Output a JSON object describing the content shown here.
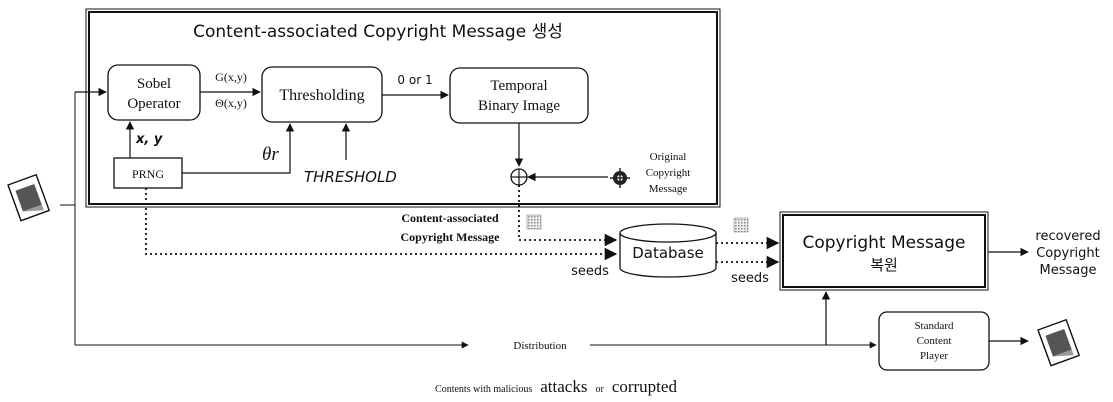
{
  "panel": {
    "title": "Content-associated Copyright Message 생성"
  },
  "blocks": {
    "sobel": [
      "Sobel",
      "Operator"
    ],
    "thresholding": "Thresholding",
    "temporal": [
      "Temporal",
      "Binary Image"
    ],
    "prng": "PRNG",
    "database": "Database",
    "recover": [
      "Copyright Message",
      "복원"
    ],
    "player": [
      "Standard",
      "Content",
      "Player"
    ]
  },
  "labels": {
    "g": "G(x,y)",
    "theta_xy": "Θ(x,y)",
    "zero_or_one": "0 or 1",
    "xy": "x, y",
    "theta_r": "θr",
    "threshold": "THRESHOLD",
    "original": [
      "Original",
      "Copyright",
      "Message"
    ],
    "assoc": [
      "Content-associated",
      "Copyright Message"
    ],
    "seeds_left": "seeds",
    "seeds_right": "seeds",
    "recovered": [
      "recovered",
      "Copyright",
      "Message"
    ],
    "distribution": "Distribution",
    "caption_small": "Contents with malicious",
    "caption_big1": "attacks",
    "caption_mid": "or",
    "caption_big2": "corrupted"
  },
  "icons": {
    "input": "document-icon",
    "output": "document-icon",
    "xor": "xor-icon",
    "seal": "seal-icon"
  }
}
